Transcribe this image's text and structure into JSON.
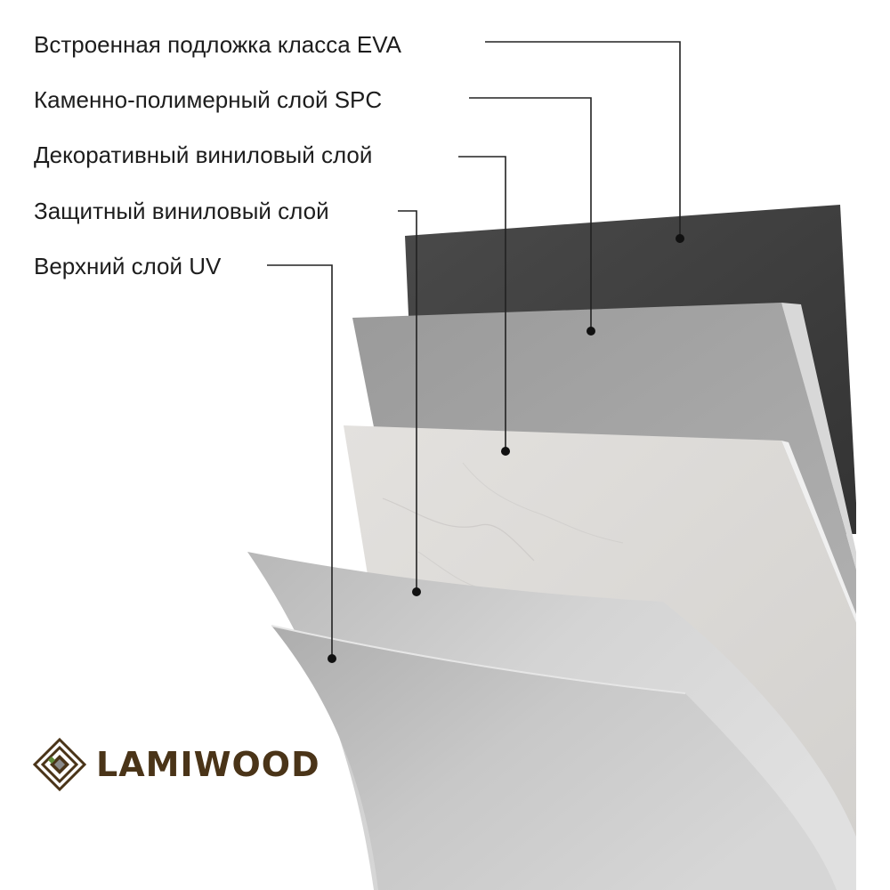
{
  "layers": [
    {
      "label": "Встроенная подложка класса EVA",
      "color": "#444444"
    },
    {
      "label": "Каменно-полимерный слой SPC",
      "color": "#9c9c9c"
    },
    {
      "label": "Декоративный виниловый слой",
      "color": "#dedcd9"
    },
    {
      "label": "Защитный виниловый слой",
      "color": "#c7c7c7"
    },
    {
      "label": "Верхний слой UV",
      "color": "#bcbcbc"
    }
  ],
  "brand": {
    "name": "LAMIWOOD",
    "color": "#4a3418"
  }
}
